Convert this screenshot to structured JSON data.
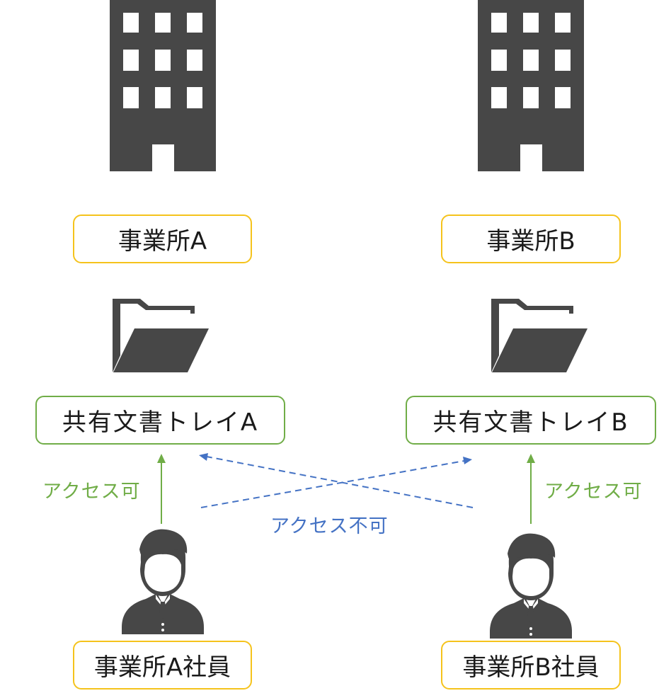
{
  "colors": {
    "icon": "#474747",
    "office_border": "#f5c31c",
    "tray_border": "#70ad47",
    "access_ok": "#70ad47",
    "access_denied": "#4472c4"
  },
  "office_a": {
    "icon": "building-icon",
    "label": "事業所A"
  },
  "office_b": {
    "icon": "building-icon",
    "label": "事業所B"
  },
  "tray_a": {
    "icon": "folder-icon",
    "label": "共有文書トレイA"
  },
  "tray_b": {
    "icon": "folder-icon",
    "label": "共有文書トレイB"
  },
  "employee_a": {
    "icon": "person-icon",
    "label": "事業所A社員"
  },
  "employee_b": {
    "icon": "person-icon",
    "label": "事業所B社員"
  },
  "access_ok_label": "アクセス可",
  "access_denied_label": "アクセス不可"
}
